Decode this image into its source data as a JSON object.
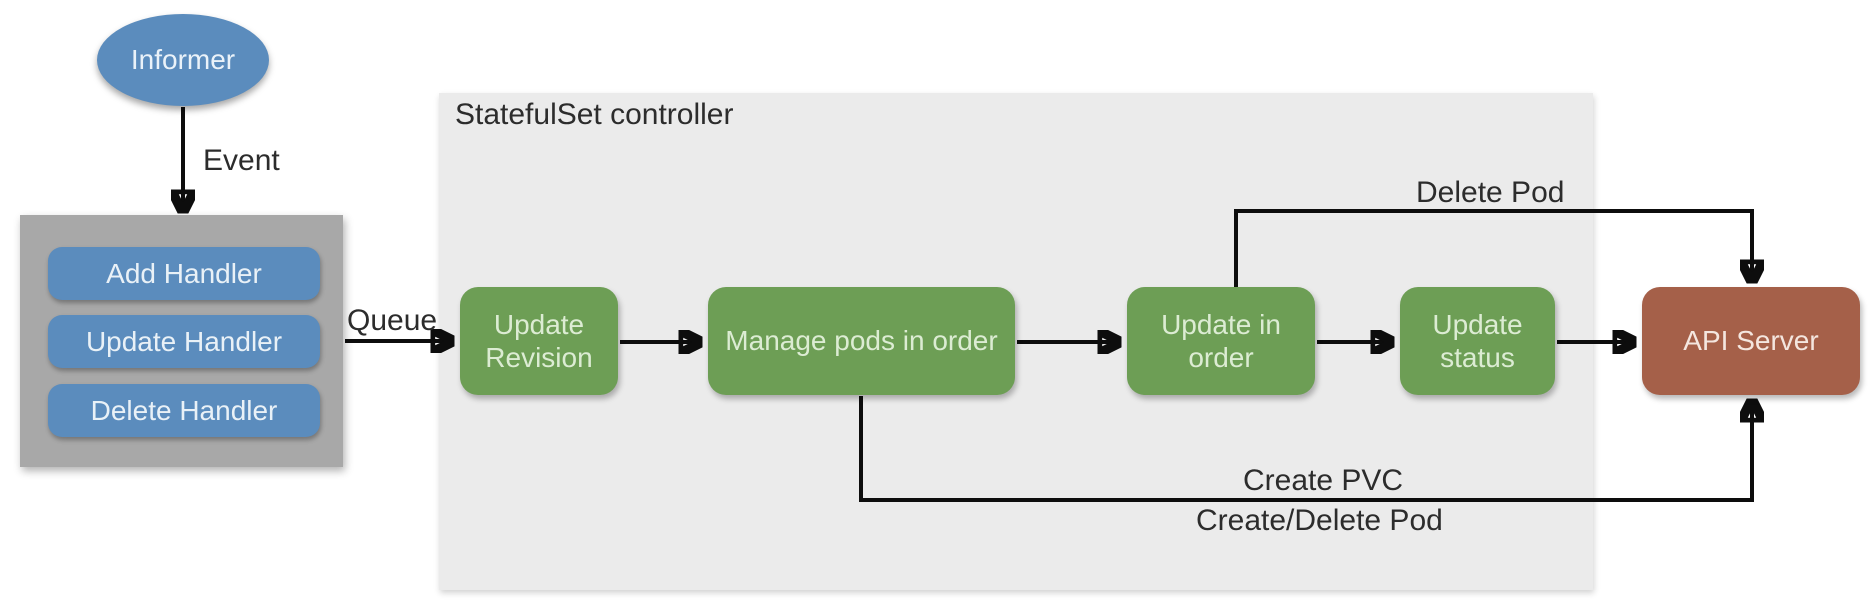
{
  "diagram": {
    "title": "StatefulSet controller",
    "informer": {
      "label": "Informer"
    },
    "handler_box": {
      "items": [
        {
          "label": "Add Handler"
        },
        {
          "label": "Update Handler"
        },
        {
          "label": "Delete Handler"
        }
      ]
    },
    "steps": [
      {
        "id": "update-revision",
        "label": "Update\nRevision"
      },
      {
        "id": "manage-pods-in-order",
        "label": "Manage pods in order"
      },
      {
        "id": "update-in-order",
        "label": "Update in\norder"
      },
      {
        "id": "update-status",
        "label": "Update\nstatus"
      }
    ],
    "api_server": {
      "label": "API Server"
    },
    "edge_labels": {
      "event": "Event",
      "queue": "Queue",
      "delete_pod": "Delete Pod",
      "create_pvc": "Create PVC",
      "create_delete_pod": "Create/Delete Pod"
    },
    "colors": {
      "node_blue": "#5b8cbd",
      "node_green": "#6d9e55",
      "node_brown": "#a56049",
      "handler_panel_gray": "#a8a8a8",
      "controller_panel_gray": "#ebebeb",
      "edge_black": "#0d0d0d",
      "label_text": "#2c2c2c"
    }
  }
}
